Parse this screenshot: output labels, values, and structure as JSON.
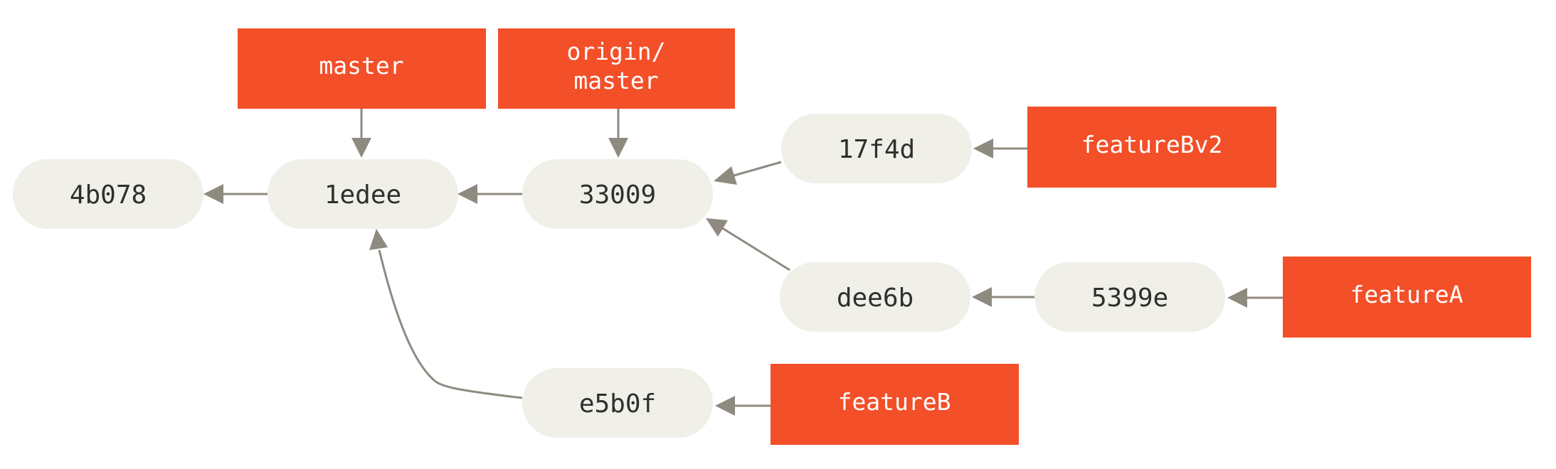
{
  "colors": {
    "commit_fill": "#f0efe8",
    "commit_text": "#2f2f2f",
    "ref_fill": "#f34f29",
    "ref_text": "#ffffff",
    "edge": "#8f8a80"
  },
  "commits": {
    "c4b078": "4b078",
    "c1edee": "1edee",
    "c33009": "33009",
    "c17f4d": "17f4d",
    "cdee6b": "dee6b",
    "c5399e": "5399e",
    "ce5b0f": "e5b0f"
  },
  "refs": {
    "master": "master",
    "origin_master_line1": "origin/",
    "origin_master_line2": "master",
    "featureBv2": "featureBv2",
    "featureA": "featureA",
    "featureB": "featureB"
  }
}
